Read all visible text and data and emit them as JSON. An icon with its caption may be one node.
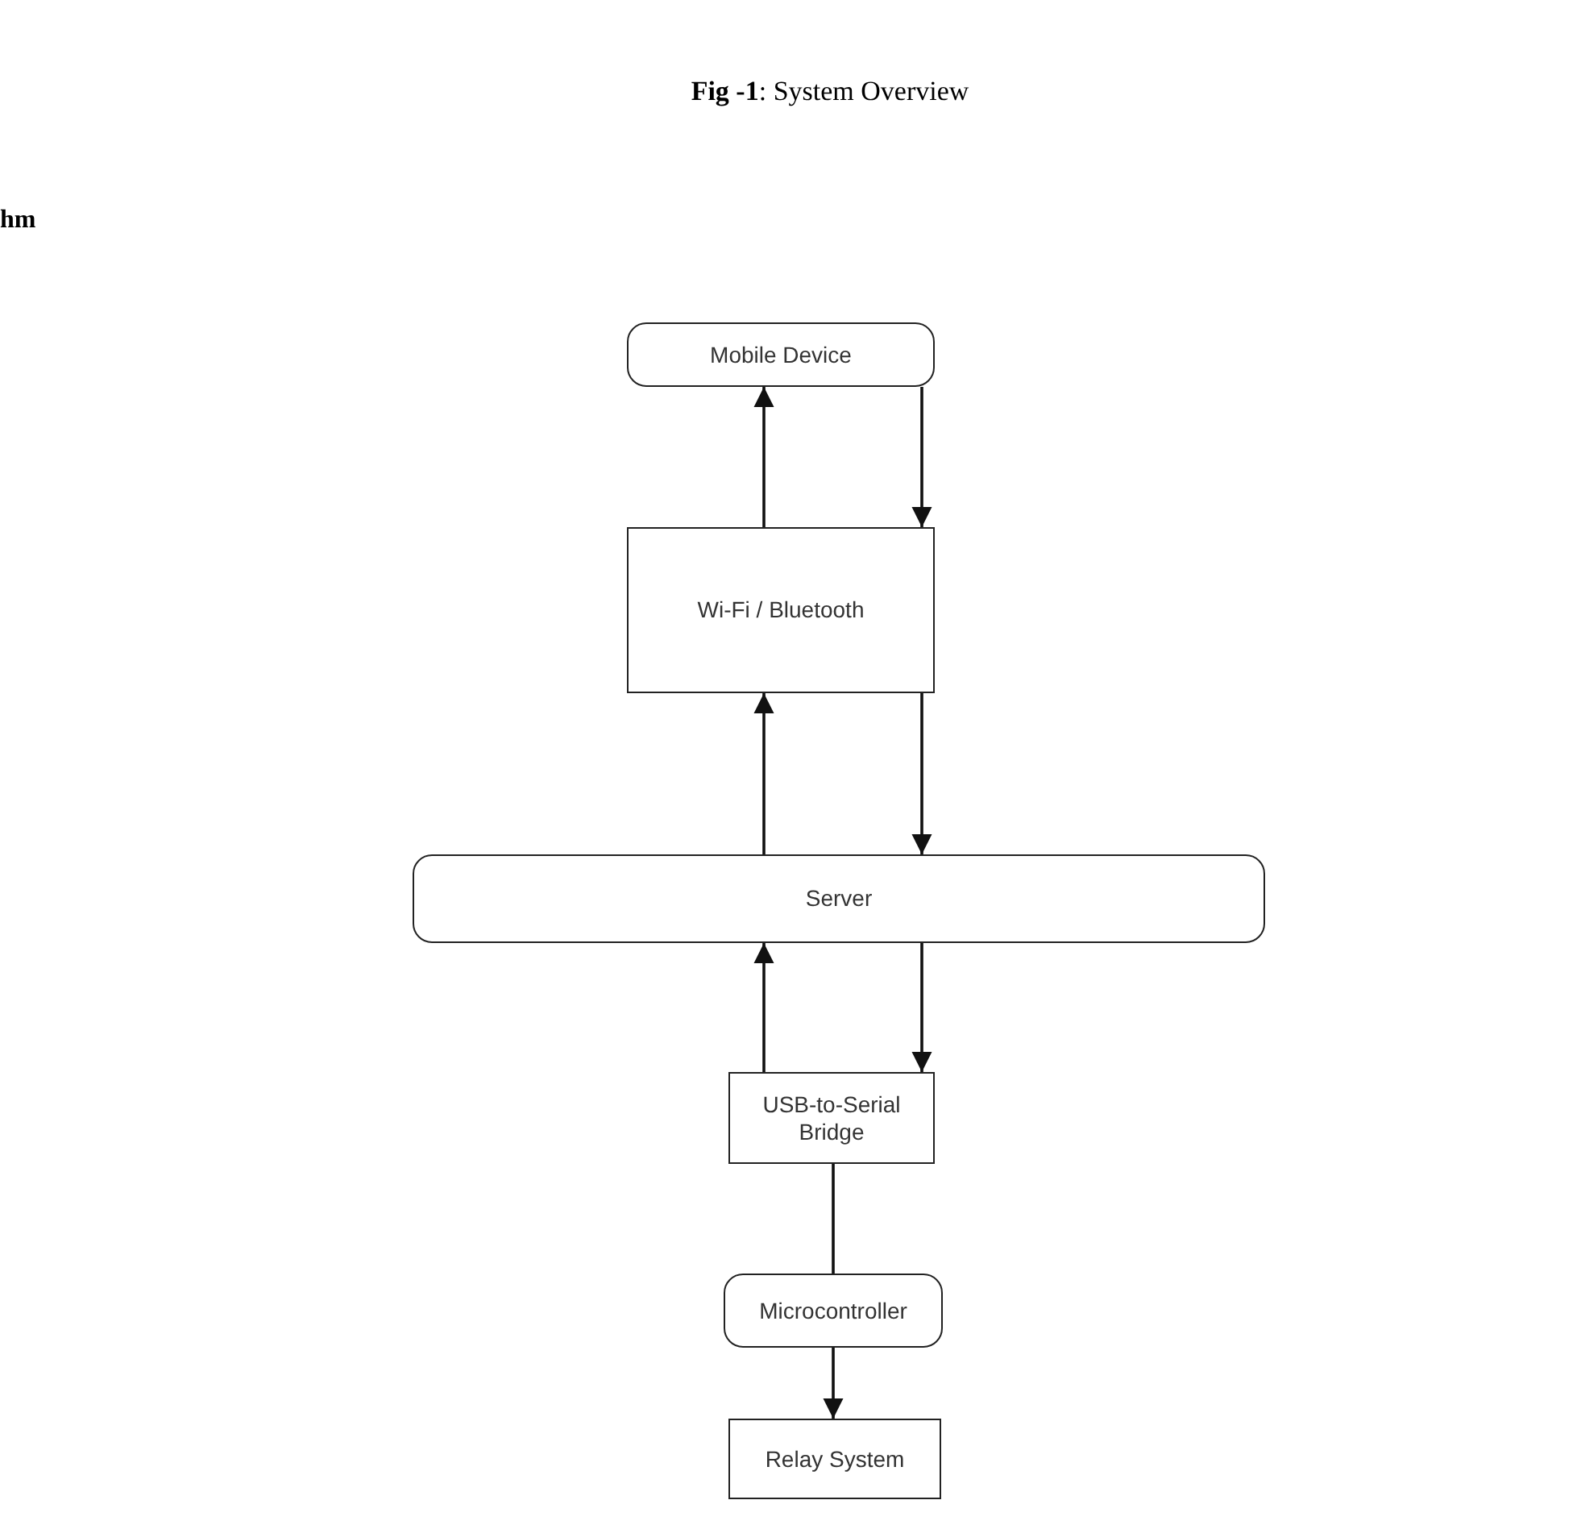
{
  "diagram": {
    "title": "**Fig -1**: System Overview",
    "nodes": [
      {
        "text": [
          "Mobile Device"
        ]
      },
      {
        "text": [
          "Wi-Fi / Bluetooth"
        ]
      },
      {
        "text": [
          "Server"
        ]
      },
      {
        "text": [
          "USB-to-Serial Bridge"
        ]
      },
      {
        "text": [
          "Microcontroller"
        ]
      },
      {
        "text": [
          "Relay System"
        ]
      }
    ],
    "edges": [
      {
        "from": 1,
        "to": 0,
        "arrow": "to"
      },
      {
        "from": 0,
        "to": 1,
        "arrow": "to"
      },
      {
        "from": 2,
        "to": 1,
        "arrow": "to"
      },
      {
        "from": 1,
        "to": 2,
        "arrow": "to"
      },
      {
        "from": 3,
        "to": 2,
        "arrow": "to"
      },
      {
        "from": 2,
        "to": 3,
        "arrow": "to"
      },
      {
        "from": 3,
        "to": 4,
        "arrow": "none"
      },
      {
        "from": 4,
        "to": 5,
        "arrow": "to"
      }
    ],
    "labels": [
      "hm"
    ]
  }
}
